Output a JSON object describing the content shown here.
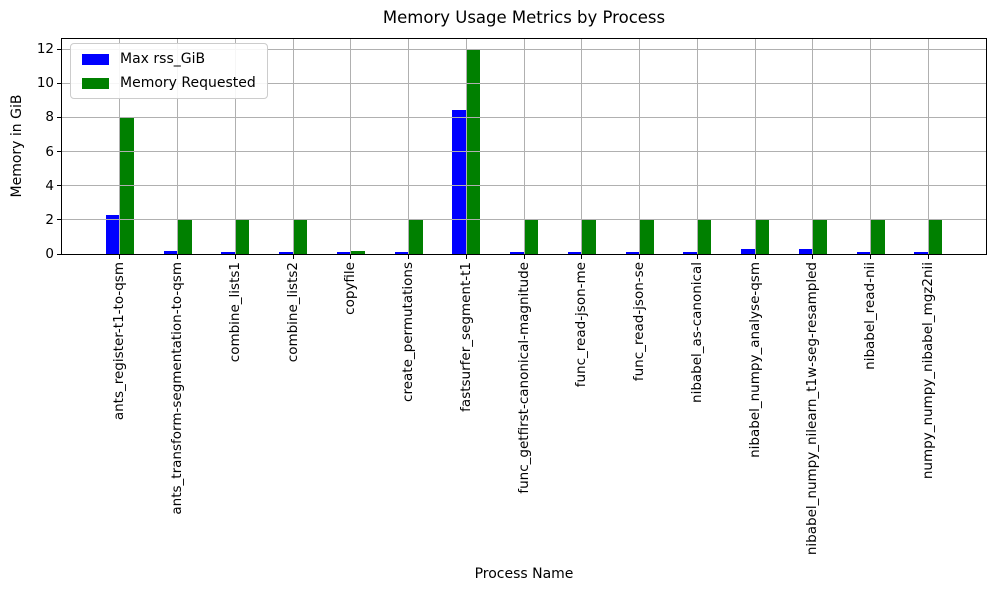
{
  "chart_data": {
    "type": "bar",
    "title": "Memory Usage Metrics by Process",
    "xlabel": "Process Name",
    "ylabel": "Memory in GiB",
    "categories": [
      "ants_register-t1-to-qsm",
      "ants_transform-segmentation-to-qsm",
      "combine_lists1",
      "combine_lists2",
      "copyfile",
      "create_permutations",
      "fastsurfer_segment-t1",
      "func_getfirst-canonical-magnitude",
      "func_read-json-me",
      "func_read-json-se",
      "nibabel_as-canonical",
      "nibabel_numpy_analyse-qsm",
      "nibabel_numpy_nilearn_t1w-seg-resampled",
      "nibabel_read-nii",
      "numpy_numpy_nibabel_mgz2nii"
    ],
    "series": [
      {
        "name": "Max rss_GiB",
        "color": "#0000ff",
        "values": [
          2.3,
          0.2,
          0.13,
          0.13,
          0.12,
          0.13,
          8.45,
          0.13,
          0.13,
          0.13,
          0.12,
          0.32,
          0.27,
          0.13,
          0.13
        ]
      },
      {
        "name": "Memory Requested",
        "color": "#008000",
        "values": [
          8,
          2,
          2,
          2,
          0.2,
          2,
          12,
          2,
          2,
          2,
          2,
          2,
          2,
          2,
          2
        ]
      }
    ],
    "ylim": [
      0,
      12.6
    ],
    "yticks": [
      0,
      2,
      4,
      6,
      8,
      10,
      12
    ],
    "grid": true,
    "legend_position": "upper left"
  }
}
